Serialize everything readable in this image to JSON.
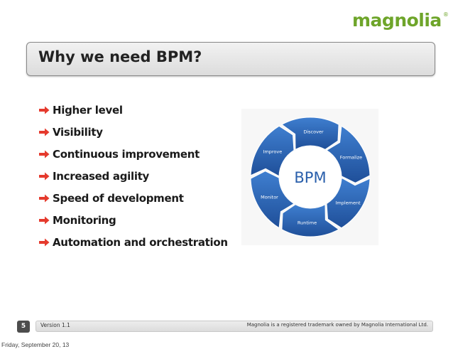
{
  "logo": {
    "text": "magnolia",
    "registered": "®"
  },
  "slide": {
    "title": "Why we need BPM?",
    "bullets": [
      "Higher level",
      "Visibility",
      "Continuous improvement",
      "Increased agility",
      "Speed of development",
      "Monitoring",
      "Automation and orchestration"
    ],
    "arrow_icon": "right-arrow-icon",
    "arrow_color": "#e53a2d"
  },
  "diagram": {
    "center_label": "BPM",
    "segments": [
      "Discover",
      "Formalize",
      "Implement",
      "Runtime",
      "Monitor",
      "Improve"
    ],
    "color": "#2a66b5"
  },
  "footer": {
    "page_number": "5",
    "version": "Version 1.1",
    "trademark": "Magnolia is a registered trademark owned by Magnolia International Ltd."
  },
  "date_stamp": "Friday, September 20, 13"
}
